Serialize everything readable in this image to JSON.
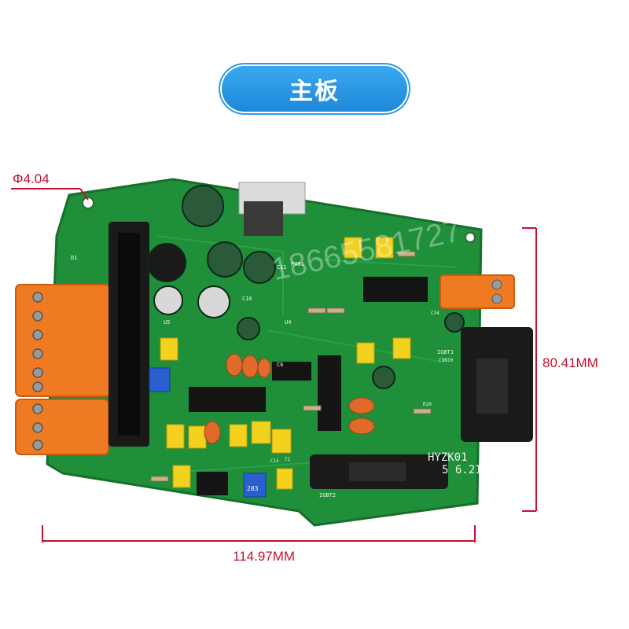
{
  "header": {
    "title": "主板"
  },
  "dimensions": {
    "hole_diameter": "Φ4.04",
    "height": "80.41MM",
    "width": "114.97MM"
  },
  "board": {
    "model_label": "HYZK01",
    "date_label": "5 6.21",
    "silkscreen": {
      "connector_1": "IGBT1",
      "connector_2": "IGBT2",
      "con": "CON10",
      "r481": "R481",
      "u4": "U4",
      "u5": "U5",
      "c10": "C10",
      "c11": "C11",
      "c15": "C15",
      "c6": "C6",
      "c34": "C34",
      "r20": "R20",
      "d1": "D1",
      "t1": "T1",
      "pot_1": "203"
    }
  },
  "watermark": "18665581727",
  "colors": {
    "pcb": "#1f8f3a",
    "pcb_dark": "#176f2c",
    "terminal": "#f07a22",
    "accent": "#2a95e3",
    "dimension": "#c8102e"
  }
}
